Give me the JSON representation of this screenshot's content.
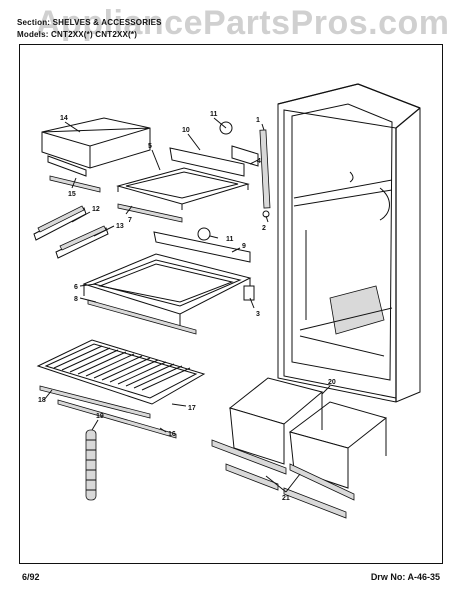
{
  "header": {
    "section_line": "Section: SHELVES & ACCESSORIES",
    "models_line": "Models: CNT2XX(*)  CNT2XX(*)"
  },
  "watermark": "AppliancePartsPros.com",
  "footer": {
    "date": "6/92",
    "drawing_number": "Drw No: A-46-35"
  },
  "callouts": [
    "14",
    "15",
    "10",
    "11",
    "5",
    "4",
    "1",
    "2",
    "12",
    "13",
    "7",
    "11",
    "9",
    "6",
    "8",
    "3",
    "18",
    "17",
    "16",
    "19",
    "20",
    "21"
  ]
}
